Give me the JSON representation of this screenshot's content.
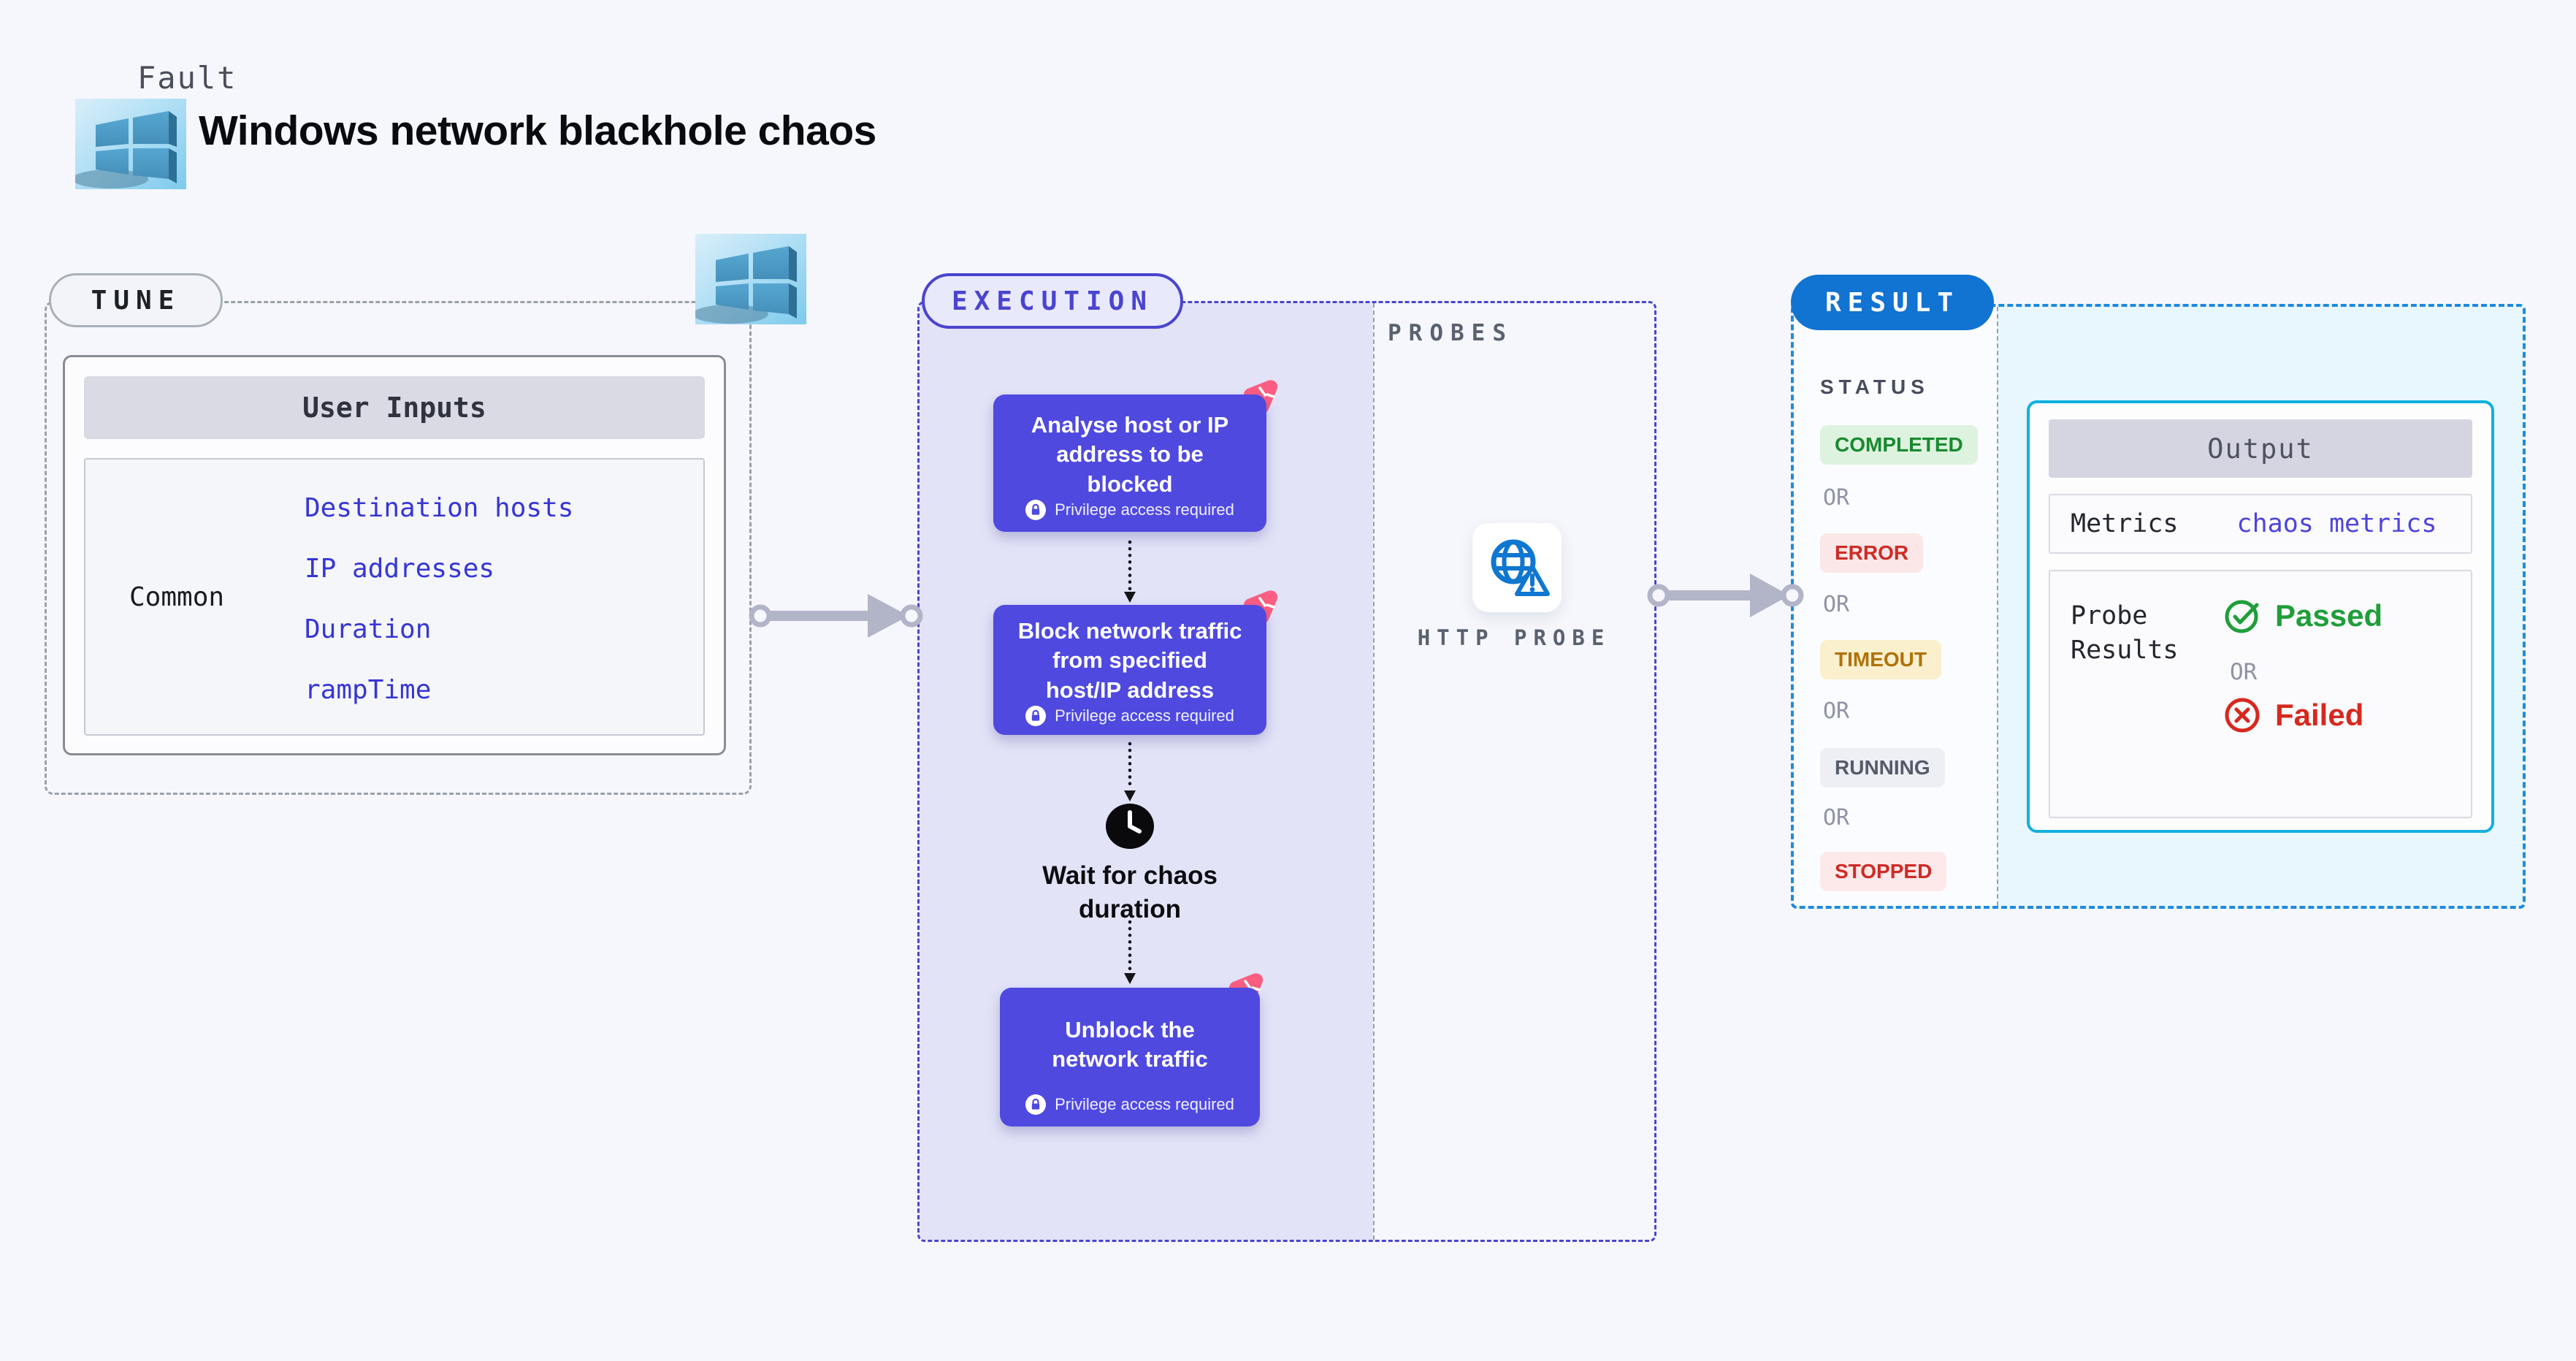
{
  "header": {
    "kicker": "Fault",
    "title": "Windows network blackhole chaos",
    "windows_icon": "windows-3d-icon"
  },
  "tune": {
    "label": "TUNE",
    "windows_icon": "windows-3d-icon",
    "user_inputs": {
      "header": "User Inputs",
      "row_label": "Common",
      "links": [
        "Destination hosts",
        "IP addresses",
        "Duration",
        "rampTime"
      ]
    }
  },
  "execution": {
    "label": "EXECUTION",
    "steps": [
      {
        "title": "Analyse host or IP address to be blocked",
        "badge": "Privilege access required"
      },
      {
        "title": "Block network traffic from specified host/IP address",
        "badge": "Privilege access required"
      },
      {
        "title": "Wait for chaos duration",
        "icon": "clock-icon"
      },
      {
        "title": "Unblock the network traffic",
        "badge": "Privilege access required"
      }
    ]
  },
  "probes": {
    "label": "PROBES",
    "probe_name": "HTTP PROBE",
    "icon": "globe-warning-icon"
  },
  "result": {
    "label": "RESULT",
    "status_label": "STATUS",
    "or_label": "OR",
    "statuses": [
      {
        "text": "COMPLETED",
        "color": "#188a2e",
        "bg": "#def2e0"
      },
      {
        "text": "ERROR",
        "color": "#cf2b26",
        "bg": "#fbe7e7"
      },
      {
        "text": "TIMEOUT",
        "color": "#b0720a",
        "bg": "#faf0cd"
      },
      {
        "text": "RUNNING",
        "color": "#555b69",
        "bg": "#edeff4"
      },
      {
        "text": "STOPPED",
        "color": "#cf2b26",
        "bg": "#fde9ea"
      }
    ],
    "output": {
      "header": "Output",
      "metrics_label": "Metrics",
      "metrics_link": "chaos metrics",
      "probe_results_label": "Probe Results",
      "passed_label": "Passed",
      "failed_label": "Failed"
    }
  },
  "colors": {
    "accent_indigo": "#4a44cf",
    "node_indigo": "#4f49e0",
    "result_blue": "#1173d2",
    "result_border_blue": "#1d8be0",
    "output_border_cyan": "#12b0e0",
    "link_blue": "#3636d4",
    "passed_green": "#1f9e3a",
    "failed_red": "#d8281e",
    "chaos_pink": "#fb5e80",
    "lavender_zone": "#e3e3f8",
    "cyan_zone": "#e8f6fd"
  }
}
